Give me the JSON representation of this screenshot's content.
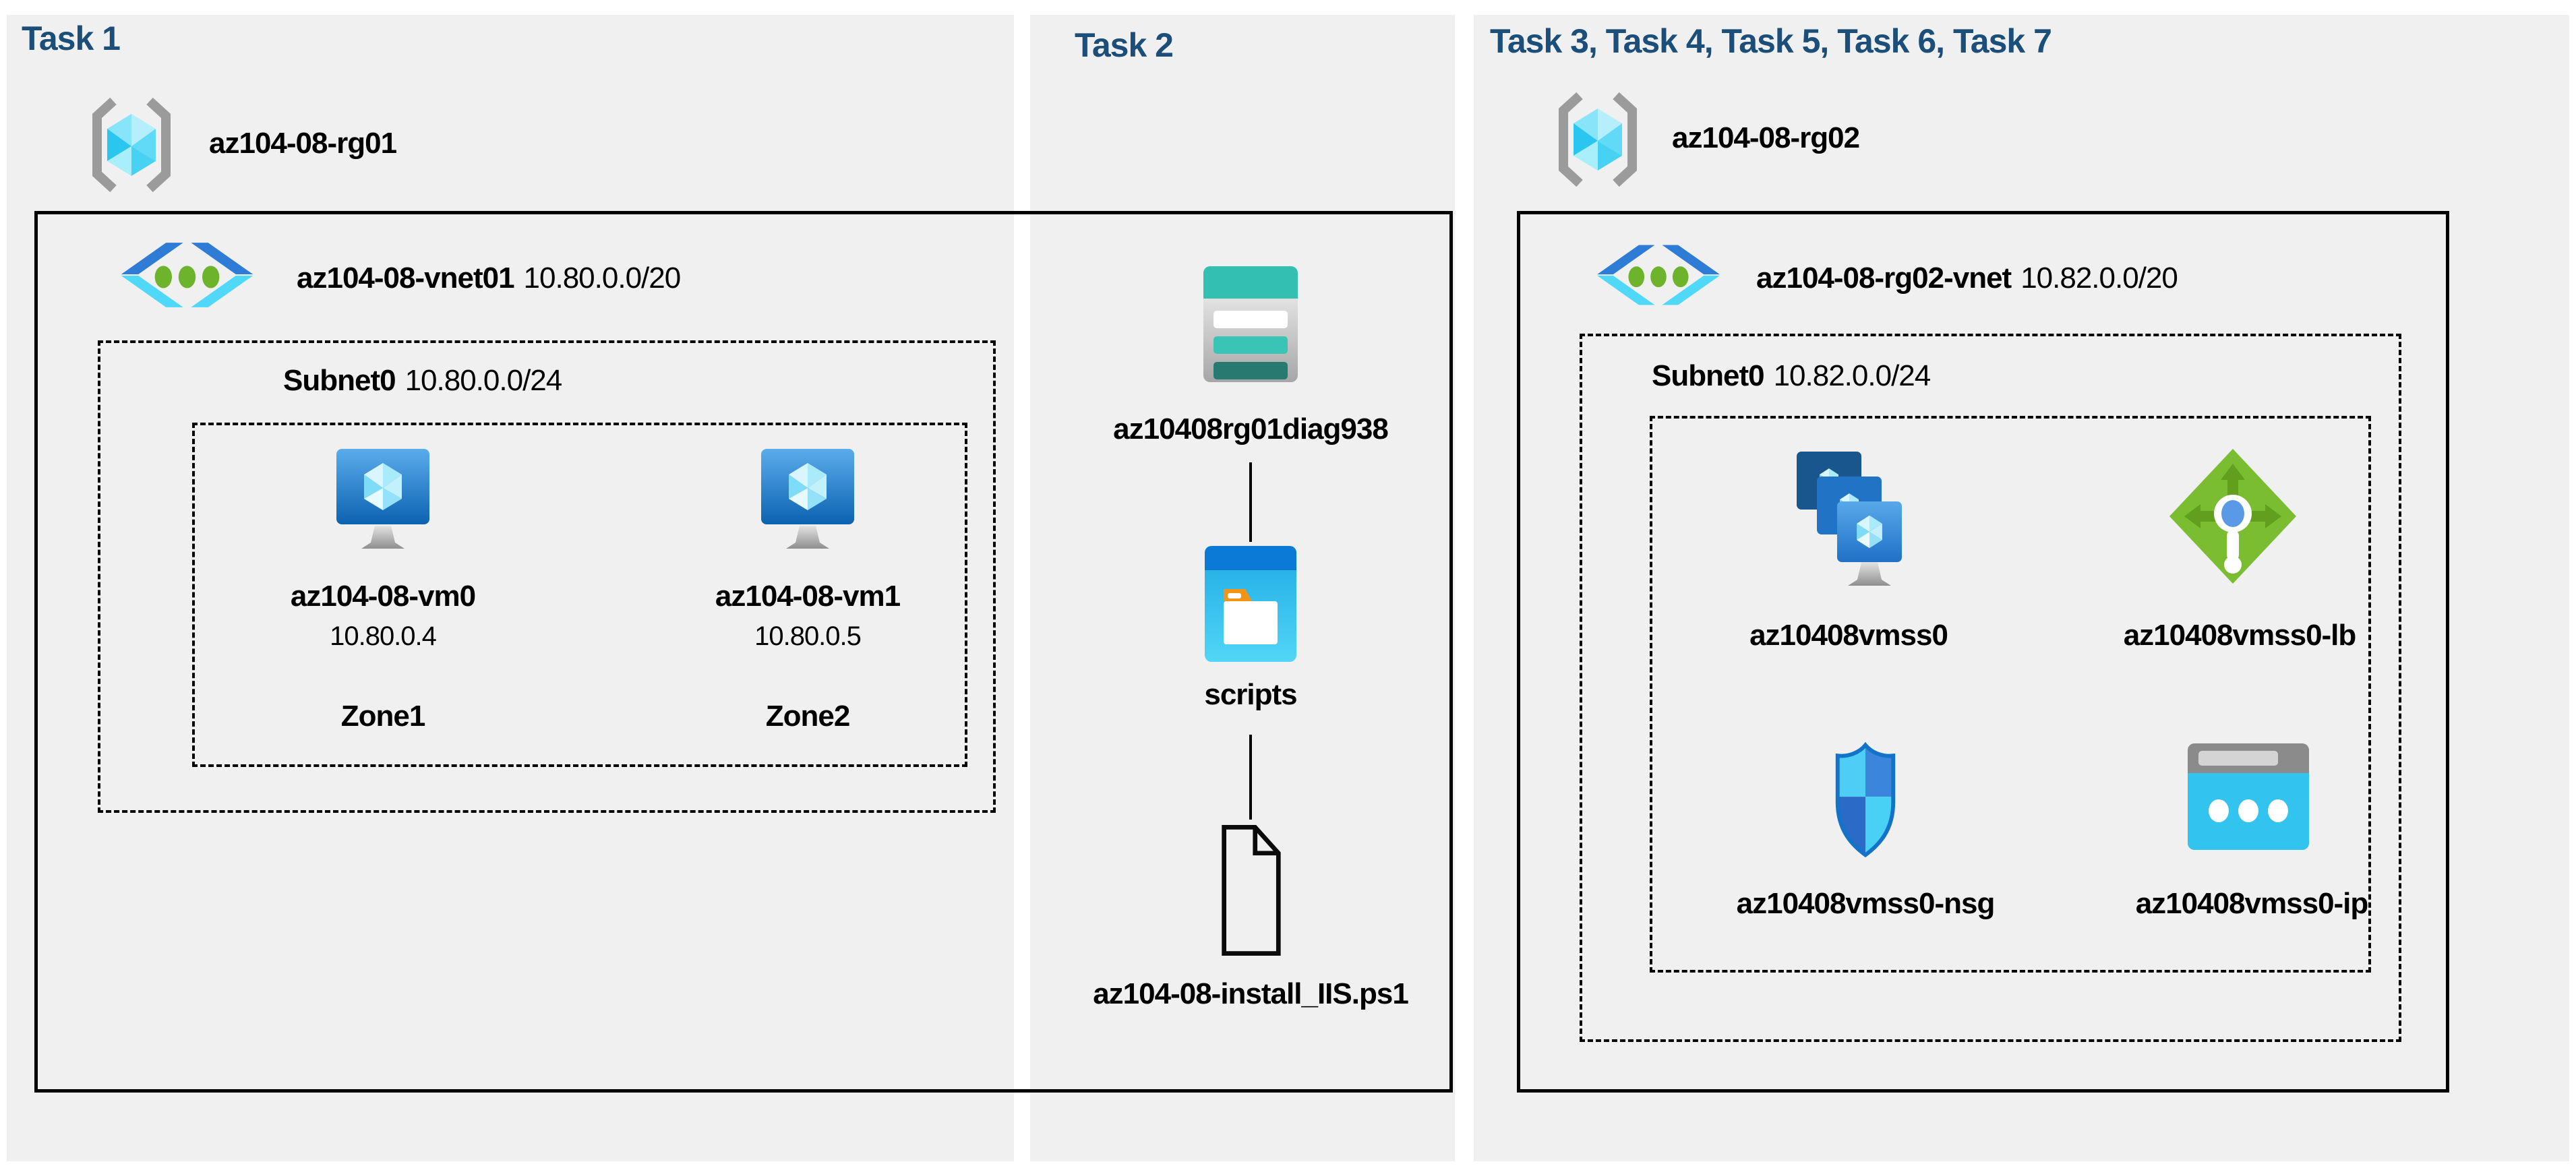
{
  "diagram": {
    "task1": {
      "title": "Task 1",
      "resource_group": "az104-08-rg01",
      "vnet_name": "az104-08-vnet01",
      "vnet_cidr": "10.80.0.0/20",
      "subnet_name": "Subnet0",
      "subnet_cidr": "10.80.0.0/24",
      "vms": [
        {
          "name": "az104-08-vm0",
          "ip": "10.80.0.4",
          "zone": "Zone1"
        },
        {
          "name": "az104-08-vm1",
          "ip": "10.80.0.5",
          "zone": "Zone2"
        }
      ]
    },
    "task2": {
      "title": "Task 2",
      "storage_account": "az10408rg01diag938",
      "container": "scripts",
      "script_file": "az104-08-install_IIS.ps1"
    },
    "task3": {
      "title": "Task 3, Task 4, Task 5, Task 6, Task 7",
      "resource_group": "az104-08-rg02",
      "vnet_name": "az104-08-rg02-vnet",
      "vnet_cidr": "10.82.0.0/20",
      "subnet_name": "Subnet0",
      "subnet_cidr": "10.82.0.0/24",
      "resources": [
        {
          "name": "az10408vmss0",
          "type": "vm-scale-set"
        },
        {
          "name": "az10408vmss0-lb",
          "type": "load-balancer"
        },
        {
          "name": "az10408vmss0-nsg",
          "type": "network-security-group"
        },
        {
          "name": "az10408vmss0-ip",
          "type": "public-ip"
        }
      ]
    },
    "colors": {
      "title": "#1B4E79",
      "panel_bg": "#F0F0F1",
      "border": "#000000"
    }
  }
}
